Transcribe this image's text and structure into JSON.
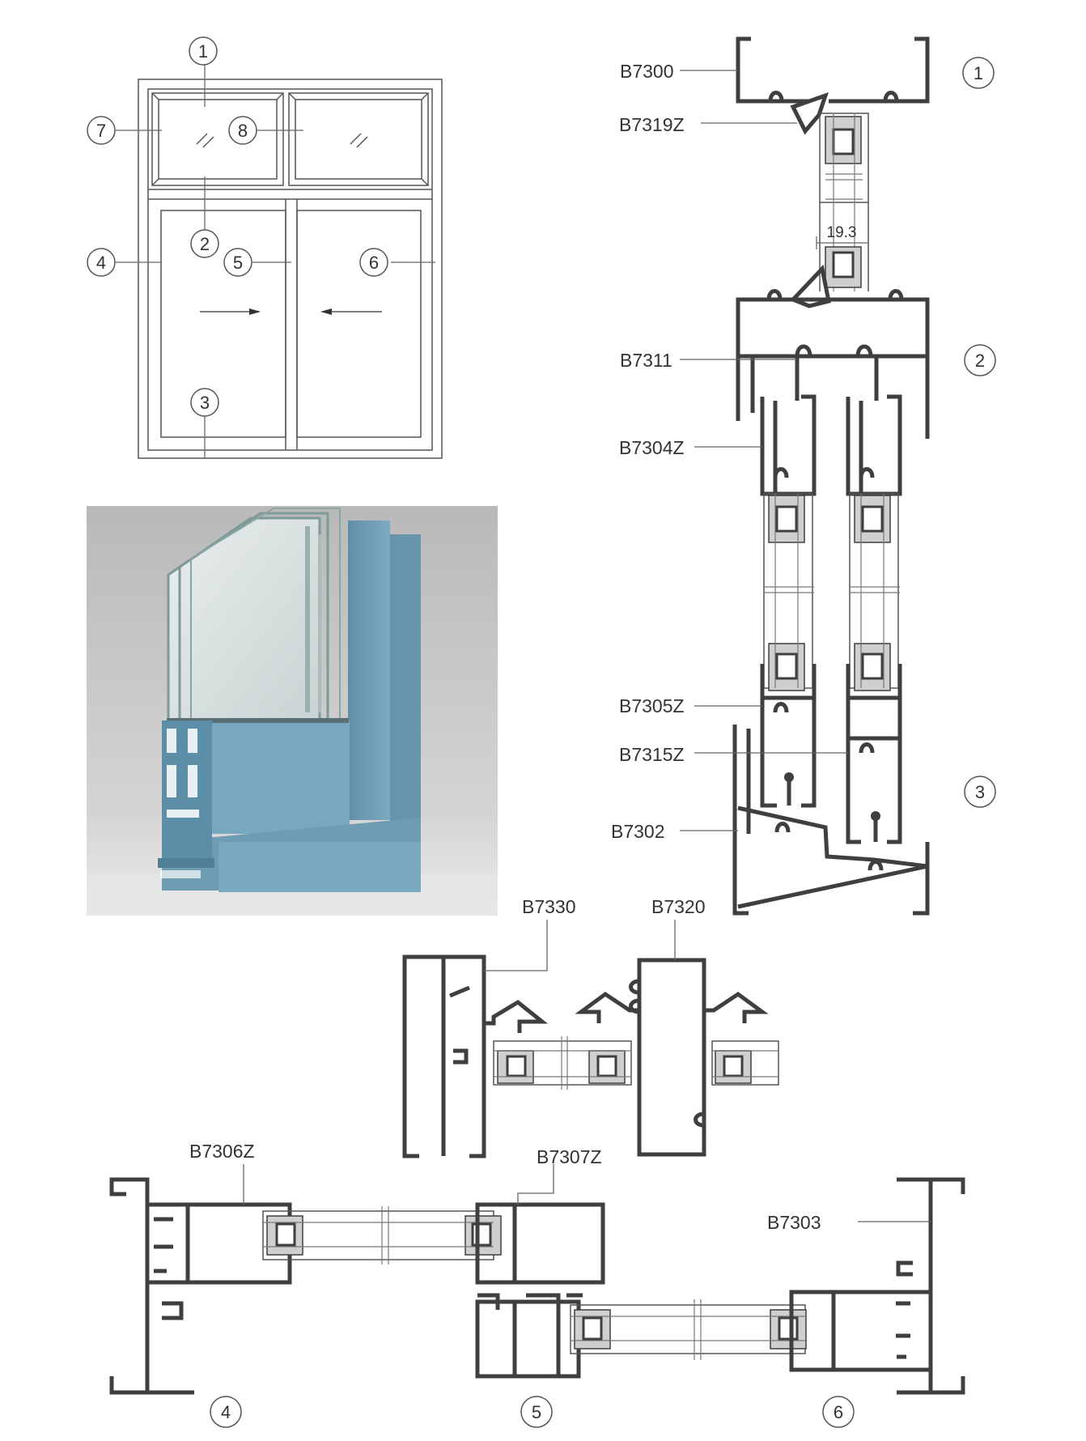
{
  "elevation": {
    "callouts": [
      "1",
      "2",
      "3",
      "4",
      "5",
      "6",
      "7",
      "8"
    ]
  },
  "section_vertical": {
    "labels": {
      "b7300": "B7300",
      "b7319z": "B7319Z",
      "b7311": "B7311",
      "b7304z": "B7304Z",
      "b7305z": "B7305Z",
      "b7315z": "B7315Z",
      "b7302": "B7302"
    },
    "callouts": [
      "1",
      "2",
      "3"
    ],
    "dimension": "19.3"
  },
  "section_mullion": {
    "labels": {
      "b7330": "B7330",
      "b7320": "B7320"
    }
  },
  "section_horizontal": {
    "labels": {
      "b7306z": "B7306Z",
      "b7307z": "B7307Z",
      "b7303": "B7303"
    },
    "callouts": [
      "4",
      "5",
      "6"
    ]
  },
  "colors": {
    "profile": "#3f3f3f",
    "line": "#666666",
    "render_profile": "#6f9fb8",
    "render_bg": "#c9c9c9"
  }
}
